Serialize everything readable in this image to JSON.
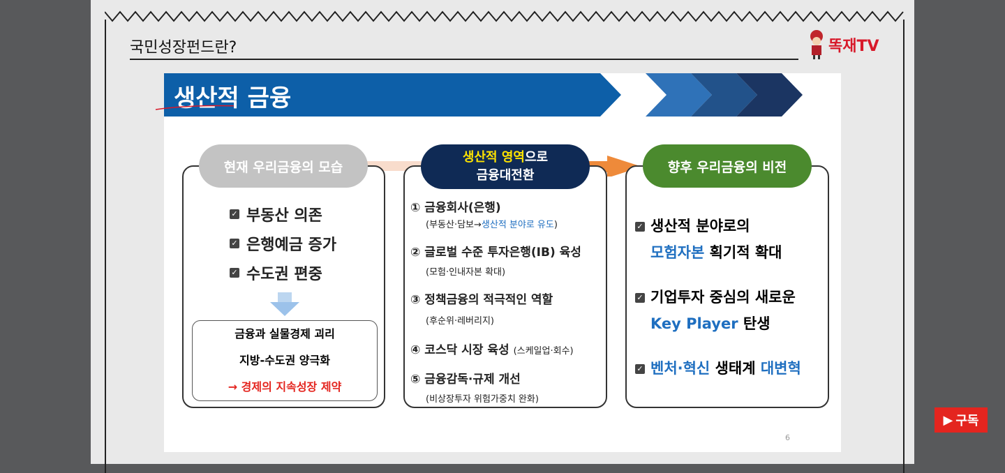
{
  "header": {
    "title": "국민성장펀드란?",
    "logo": "똑재TV"
  },
  "slide": {
    "banner_title": "생산적 금융",
    "page_number": "6",
    "left": {
      "heading": "현재 우리금융의 모습",
      "items": [
        "부동산 의존",
        "은행예금 증가",
        "수도권 편중"
      ],
      "result": [
        "금융과 실물경제 괴리",
        "지방-수도권 양극화",
        "→ 경제의 지속성장 제약"
      ]
    },
    "middle": {
      "heading_line1_highlight": "생산적 영역",
      "heading_line1_rest": "으로",
      "heading_line2": "금융대전환",
      "items": [
        {
          "title": "① 금융회사(은행)",
          "sub_prefix": "(부동산·담보→",
          "sub_highlight": "생산적 분야로 유도",
          "sub_suffix": ")"
        },
        {
          "title": "② 글로벌 수준 투자은행(IB) 육성",
          "sub_prefix": "(모험·인내자본 확대)"
        },
        {
          "title": "③ 정책금융의 적극적인 역할",
          "sub_prefix": "(후순위·레버리지)"
        },
        {
          "title": "④ 코스닥 시장 육성",
          "title_suffix": "(스케일업·회수)"
        },
        {
          "title": "⑤ 금융감독·규제 개선",
          "sub_prefix": "(비상장투자 위험가중치 완화)"
        }
      ]
    },
    "right": {
      "heading": "향후 우리금융의 비전",
      "item1_line1": "생산적 분야로의",
      "item1_highlight": "모험자본",
      "item1_rest": " 획기적 확대",
      "item2_line1": "기업투자 중심의 새로운",
      "item2_highlight": "Key Player",
      "item2_rest": " 탄생",
      "item3_h1": "벤처·혁신",
      "item3_mid": " 생태계 ",
      "item3_h2": "대변혁"
    }
  },
  "subscribe": {
    "label": "구독",
    "icon": "play-icon"
  },
  "colors": {
    "banner": "#0d5fa8",
    "navy": "#0f2a55",
    "green": "#4b8a2e",
    "red": "#e4251f",
    "highlight_blue": "#1f6fc0"
  }
}
